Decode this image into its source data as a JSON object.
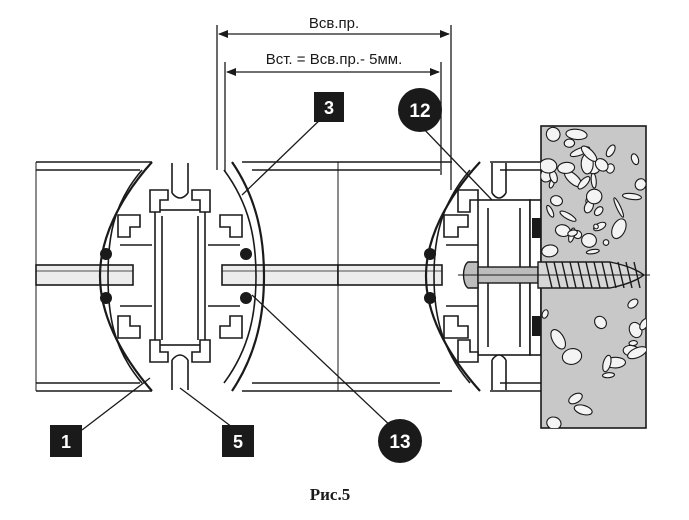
{
  "dimensions": {
    "outer_label": "Всв.пр.",
    "inner_label": "Вст. = Всв.пр.- 5мм."
  },
  "callouts": {
    "c1": "1",
    "c3": "3",
    "c5": "5",
    "c12": "12",
    "c13": "13"
  },
  "caption": "Рис.5",
  "colors": {
    "line": "#1a1a1a",
    "concrete": "#c8c8c8",
    "stone": "#f4f4f4",
    "glass": "#ececec",
    "screw": "#bdbdbd"
  }
}
